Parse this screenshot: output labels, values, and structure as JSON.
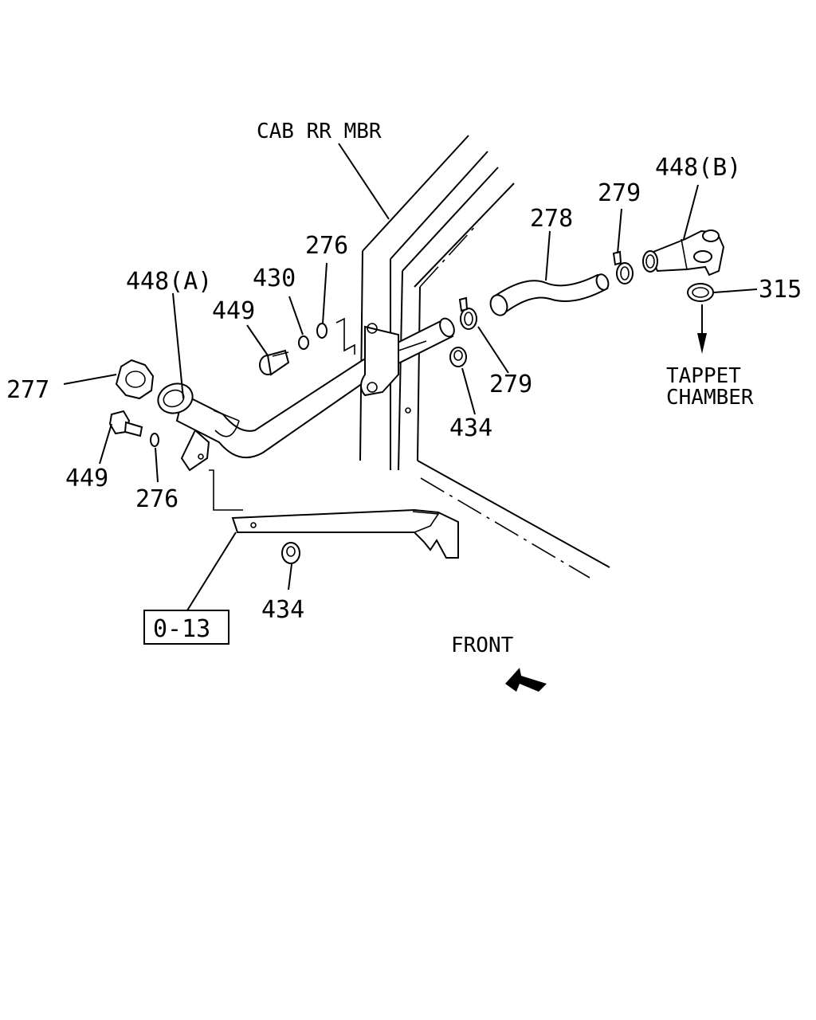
{
  "labels": {
    "cab_rr_mbr": "CAB RR MBR",
    "p448a": "448(A)",
    "p448b": "448(B)",
    "p430": "430",
    "p276_top": "276",
    "p276_bottom": "276",
    "p449_top": "449",
    "p449_bottom": "449",
    "p277": "277",
    "p278": "278",
    "p279_top": "279",
    "p279_mid": "279",
    "p315": "315",
    "p434_top": "434",
    "p434_bottom": "434",
    "tappet_line1": "TAPPET",
    "tappet_line2": "CHAMBER",
    "front": "FRONT",
    "ref_box": "0-13"
  }
}
